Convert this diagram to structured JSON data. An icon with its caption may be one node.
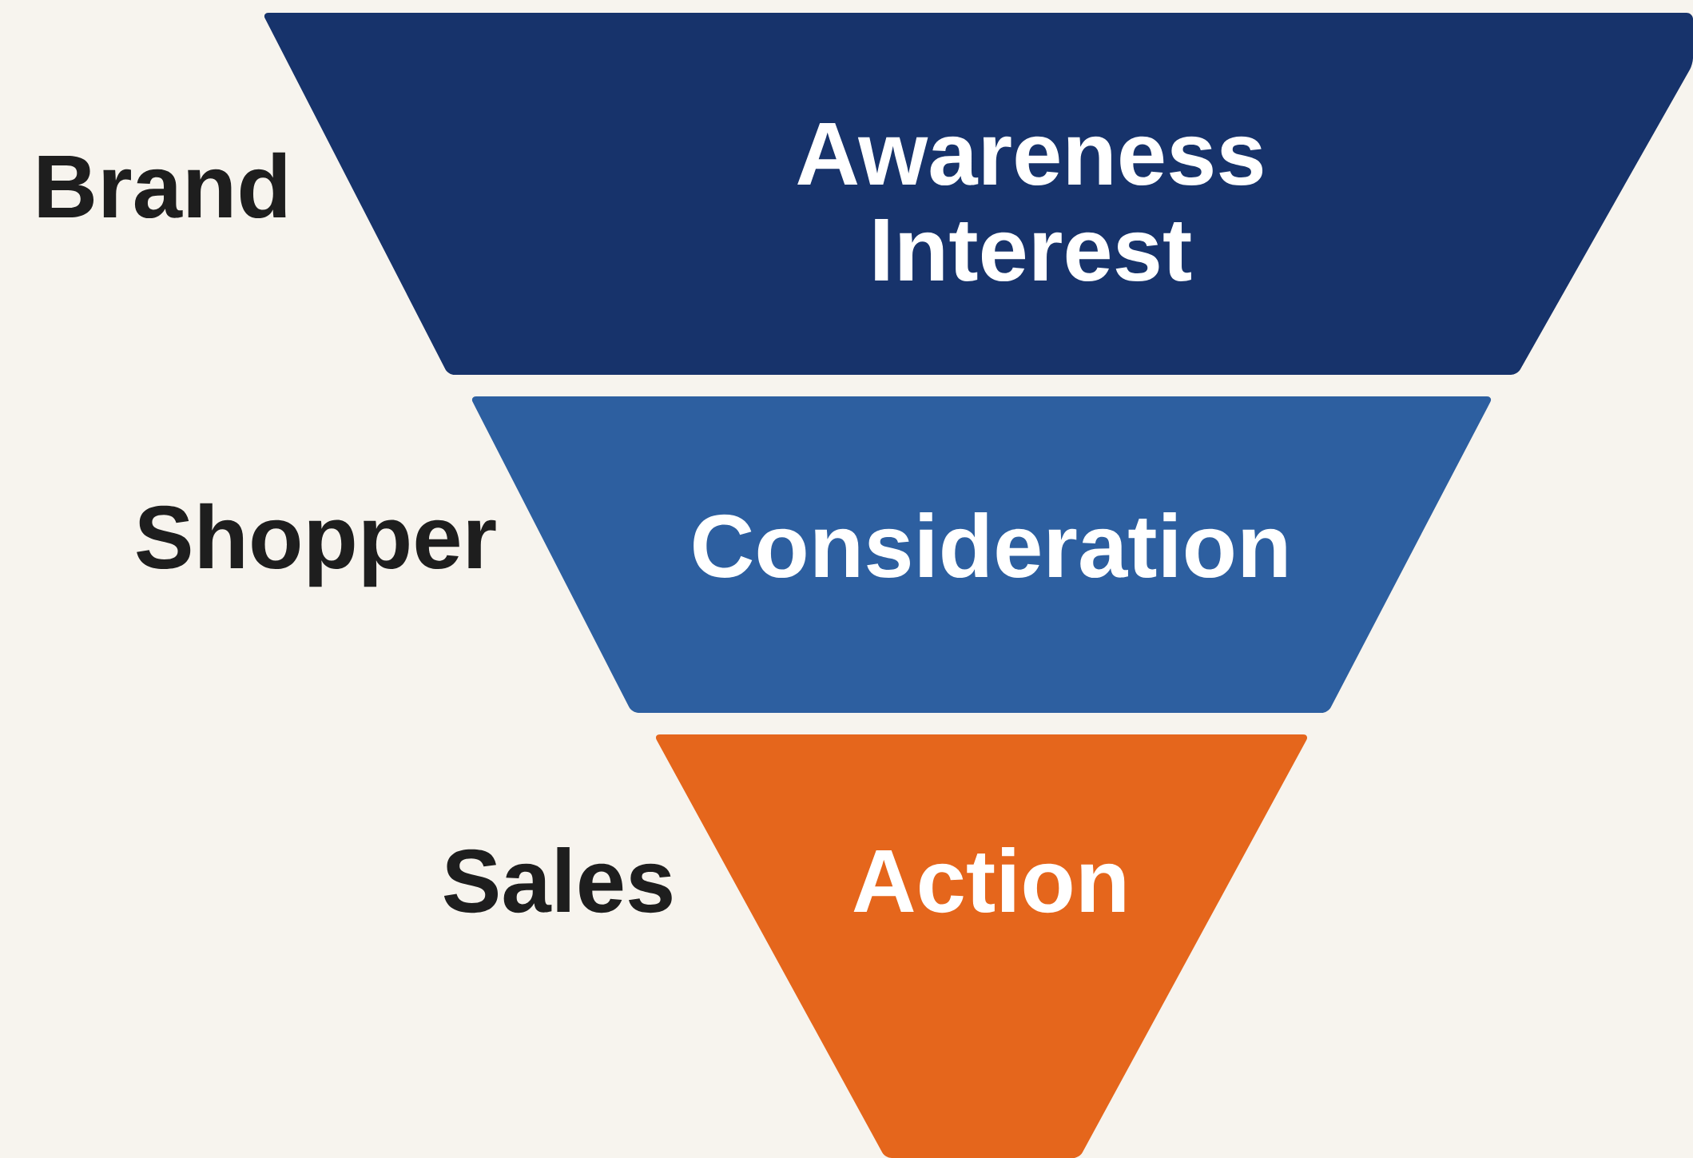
{
  "diagram": {
    "nodes": [
      {
        "text": [
          "Awareness",
          "Interest"
        ],
        "beside": [
          "Brand"
        ]
      },
      {
        "text": [
          "Consideration"
        ],
        "beside": [
          "Shopper"
        ]
      },
      {
        "text": [
          "Action"
        ],
        "beside": [
          "Sales"
        ]
      }
    ]
  }
}
